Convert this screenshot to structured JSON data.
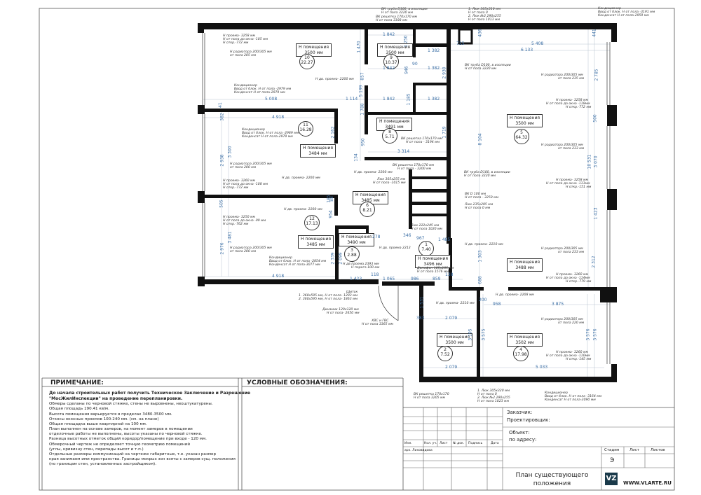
{
  "rooms": [
    {
      "num": "10",
      "area": "22.27",
      "height_label": "Н помещения",
      "height": "3500 мм"
    },
    {
      "num": "9",
      "area": "10.37",
      "height_label": "Н помещения",
      "height": "3500 мм"
    },
    {
      "num": "11",
      "area": "16.28",
      "height_label": "Н помещения",
      "height": "3484 мм"
    },
    {
      "num": "8",
      "area": "5.71",
      "height_label": "Н помещения",
      "height": "3491 мм"
    },
    {
      "num": "5",
      "area": "64.32",
      "height_label": "Н помещения",
      "height": "3500 мм"
    },
    {
      "num": "6",
      "area": "8.21",
      "height_label": "Н помещения",
      "height": "3485 мм"
    },
    {
      "num": "12",
      "area": "17.13",
      "height_label": "Н помещения",
      "height": "3485 мм"
    },
    {
      "num": "3",
      "area": "2.88",
      "height_label": "Н помещения",
      "height": "3490 мм"
    },
    {
      "num": "1",
      "area": "7.40",
      "height_label": "Н помещения",
      "height": "3496 мм"
    },
    {
      "num": "",
      "area": "",
      "height_label": "Н помещения",
      "height": "3488 мм"
    },
    {
      "num": "2",
      "area": "7.52",
      "height_label": "Н помещения",
      "height": "3500 мм"
    },
    {
      "num": "4",
      "area": "17.98",
      "height_label": "Н помещения",
      "height": "3502 мм"
    }
  ],
  "dims": [
    "1 842",
    "1 382",
    "725",
    "5 408",
    "6 133",
    "436",
    "441",
    "1 470",
    "1 250",
    "1 842",
    "1 382",
    "946",
    "90",
    "2 930",
    "857",
    "5 008",
    "1 114",
    "1 842",
    "1 382",
    "1 185",
    "5 199",
    "1 788",
    "4 918",
    "382",
    "2 162",
    "3 300",
    "2 938",
    "950",
    "134",
    "3 314",
    "1 719",
    "8 104",
    "2 785",
    "500",
    "10 531",
    "3 070",
    "1 423",
    "505",
    "3 481",
    "2 976",
    "2 339",
    "2 099",
    "4 918",
    "1 423",
    "118",
    "1 065",
    "986",
    "859",
    "138",
    "278",
    "967",
    "346",
    "1 485",
    "1 303",
    "688",
    "2 312",
    "200",
    "958",
    "3 875",
    "1 531",
    "383",
    "2 079",
    "3 195",
    "3 575",
    "3 576",
    "3 576",
    "2 079",
    "5 033",
    "185",
    "88",
    "954",
    "41"
  ],
  "notes": [
    "Н проема- 3258 мм",
    "Н от пола до окна -105 мм",
    "Н откр.-772 мм",
    "Н радиатора 200/305 мм",
    "от пола 205 мм",
    "Кондиционер",
    "Ввод от блок. Н от пола -2979 мм",
    "Конденсат Н от пола-2979 мм",
    "Н дв. проема- 2200 мм",
    "Кондиционер",
    "Ввод от блок. Н от пола -2989 мм",
    "Конденсат Н от пола-2979 мм",
    "Н радиатора 200/305 мм",
    "от пола 200 мм",
    "Н проема- 3260 мм",
    "Н от пола до окна -108 мм",
    "Н откр.-772 мм",
    "Н дв. проема- 2200 мм",
    "ВК труба D100, в изоляции",
    "Н от пола 3220 мм",
    "ВК решетка 170х170 мм",
    "Н от пола 3188 мм",
    "1. Люк 305х310 мм",
    "Н от пола 0",
    "2. Люк №2 290х255",
    "Н от пола 1013 мм",
    "Кондиционер",
    "Ввод от блок. Н от пола -3191 мм",
    "Конденсат Н от пола-2959 мм",
    "ВК труба D100, в изоляции",
    "Н от пола 3220 мм",
    "Н радиатора 200/305 мм",
    "от пола 235 мм",
    "Н проема- 3258 мм",
    "Н от пола до окна -118мм",
    "Н откр.-772 мм",
    "ВК решетка 170х170 мм",
    "Н от пола - 3194 мм",
    "Н дв. проема- 2200 мм",
    "ВК решетка 170х170 мм",
    "Н от пола - 3200 мм",
    "Люк 305х255 мм",
    "Н от пола -1015 мм",
    "ВК труба D100, в изоляции",
    "Н от пола 3220 мм",
    "ВК D 100 мм",
    "Н от пола - 3250 мм",
    "Люк 235х285 мм",
    "Н от пола 0 мм",
    "Н радиатора 200/305 мм",
    "от пола 233 мм",
    "Н проема- 3258 мм",
    "Н от пола до окна -111мм",
    "Н откр.-151 мм",
    "Н проема- 3250 мм",
    "Н от пола до окна -99 мм",
    "Н откр.-762 мм",
    "Н дв. проема- 2200 мм",
    "Люк 222х245 мм",
    "Н от пола 1020 мм",
    "Н дв. проема 2213",
    "Н радиатора 200/305 мм",
    "от пола 200 мм",
    "Кондиционер",
    "Ввод от блок. Н от пола -2854 мм",
    "Конденсат Н от пола-3077 мм",
    "Н дв проема 2393 мм",
    "Н порога 100 мм",
    "Домофон 105х185 мм",
    "Н от пола 1576 мм",
    "Н дв. проема- 2210 мм",
    "Н радиатора 200/305 мм",
    "от пола 233 мм",
    "Н проема- 3260 мм",
    "Н от пола до окна -114мм",
    "Н откр.-779 мм",
    "Н дв. проема- 2208 мм",
    "Щиток",
    "1. 360х595 мм, Н от пола- 1203 мм",
    "2. 360х595 мм, Н от пола- 1863 мм",
    "Н дв. проема- 2210 мм",
    "Динамик 120х120 мм",
    "Н от пола- 2650 мм",
    "ХВС и ГВС",
    "Н от пола 3365 мм",
    "Н радиатора 200/305 мм",
    "от пола 220 мм",
    "Н проема- 3260 мм",
    "Н от пола до окна -110мм",
    "Н откр.-145 мм",
    "ВК решетка 170х170",
    "Н от пола 3205 мм",
    "1. Люк 305х320 мм",
    "Н от пола 0",
    "2. Люк №2 290х255",
    "Н от пола 1023 мм",
    "Кондиционер",
    "Ввод от блок. Н от пола -3164 мм",
    "Конденсат Н от пола-3090 мм"
  ],
  "remarks": {
    "title": "ПРИМЕЧАНИЕ:",
    "bold_lines": [
      "До начала строительных работ получить Техническое Заключение и Разрешение",
      "\"МосЖилИнспекции\" на проведение перепланировки."
    ],
    "lines": [
      "Обмеры сделаны по черновой стяжке, стены не выровнены, неоштукатурены.",
      "Общая площадь 190.41 кв/м.",
      "Высота помещения варьируется в пределах 3480-3500 мм.",
      "Откосы оконных проемов 100-240 мм. (см. на плане)",
      "Общая площадка выше квартирной на 100 мм.",
      "План выполнен на основе замеров, на момент замеров в помещении",
      "отделочные работы не выполнены, высоты указаны по черновой стяжке.",
      "Разница высотных отметок общий коридор/помещение при входе - 120 мм.",
      "Обмерочный чертеж не определяет точную геометрию помещений",
      "(углы, кривизну стен, перепады высот и т.п.)",
      "Отдельные размеры коммуникаций на чертеже габаритные, т.е. указан размер",
      "края занимаем ими пространства. Границы мокрых зон взяты с замеров сущ. положения",
      "(по границам стен, установленных застройщиком)."
    ]
  },
  "legend": {
    "title": "УСЛОВНЫЕ ОБОЗНАЧЕНИЯ:"
  },
  "title_block": {
    "columns": [
      "Изм.",
      "Кол. уч.",
      "Лист",
      "№ док.",
      "Подпись",
      "Дата"
    ],
    "author": "арх. Лиховидова",
    "customer": "Заказчик:",
    "designer": "Проектировщик:",
    "object": "Объект:",
    "address": "по адресу:",
    "stage_label": "Стадия",
    "sheet_label": "Лист",
    "sheets_label": "Листов",
    "stage": "Э",
    "drawing_title_1": "План существующего",
    "drawing_title_2": "положения",
    "logo_text": "VZ",
    "website": "WWW.VLARTE.RU"
  }
}
